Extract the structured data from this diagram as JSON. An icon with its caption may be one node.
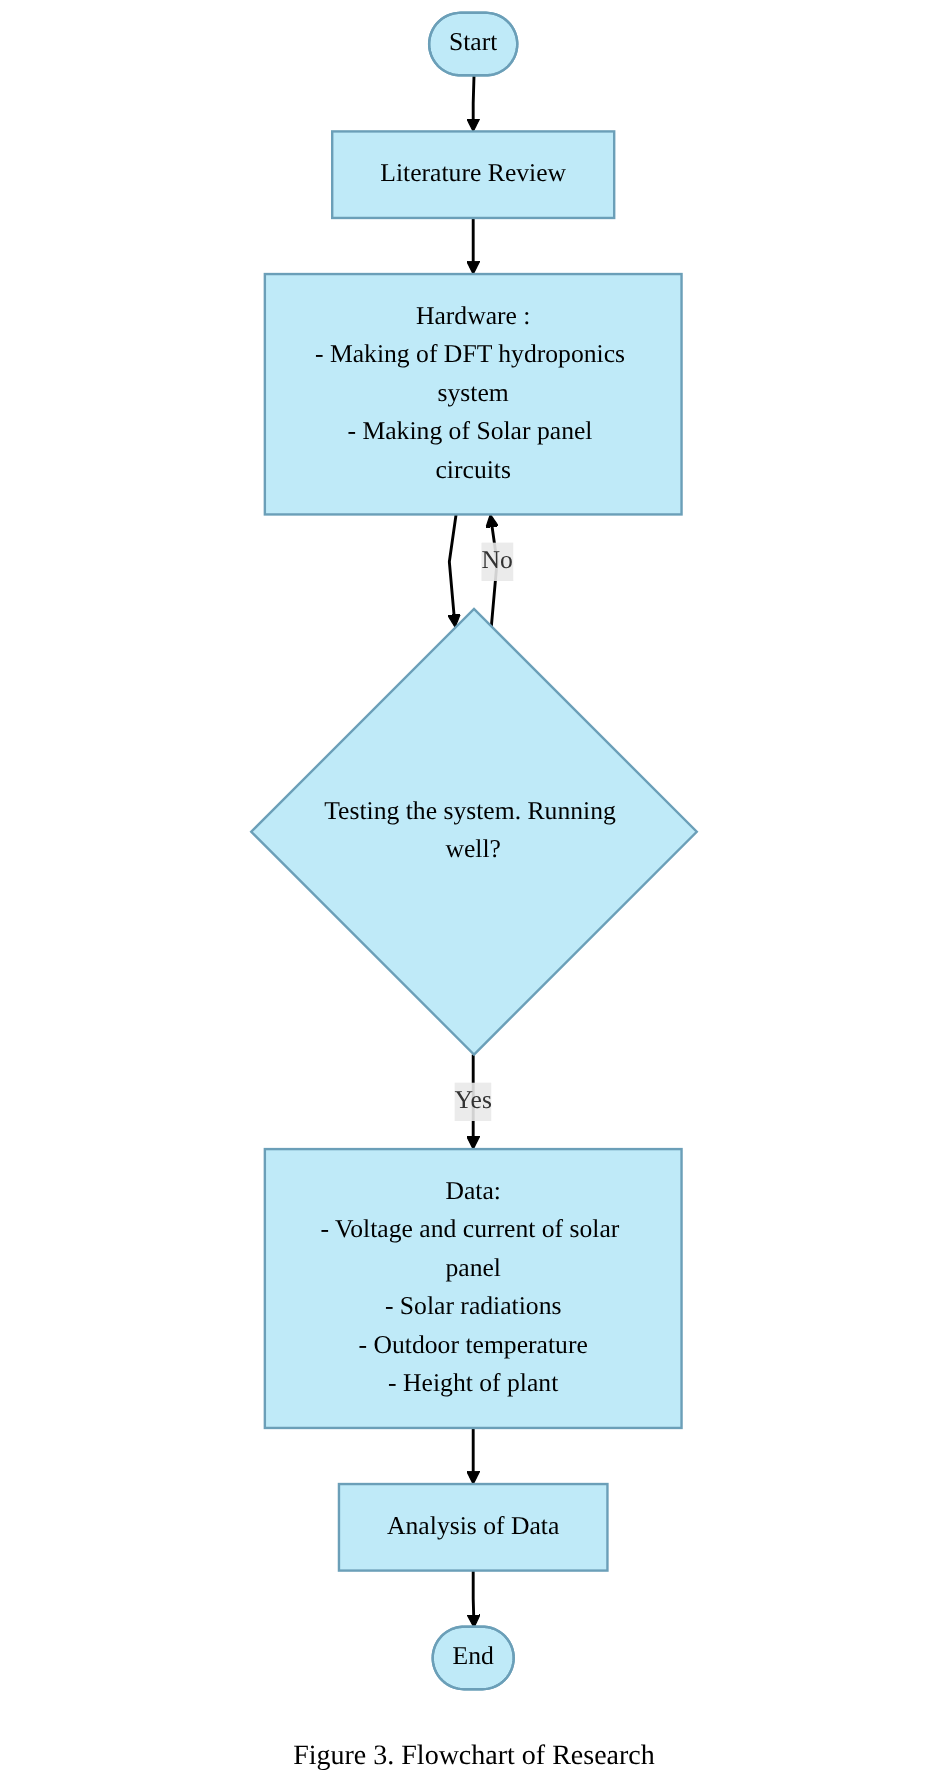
{
  "diagram": {
    "caption": "Figure 3. Flowchart of Research",
    "nodes": [
      {
        "text": [
          "Start"
        ]
      },
      {
        "text": [
          "Literature Review"
        ]
      },
      {
        "text": [
          "Hardware :",
          "- Making of DFT hydroponics system",
          "- Making of Solar panel circuits"
        ]
      },
      {
        "text": [
          "Testing the system. Running well?"
        ]
      },
      {
        "text": [
          "Data:",
          "- Voltage and current of solar panel",
          "- Solar radiations",
          "- Outdoor temperature",
          "- Height of plant"
        ]
      },
      {
        "text": [
          "Analysis of Data"
        ]
      },
      {
        "text": [
          "End"
        ]
      }
    ],
    "edges": [
      {
        "from": 0,
        "to": 1,
        "arrow": "to"
      },
      {
        "from": 1,
        "to": 2,
        "arrow": "to"
      },
      {
        "from": 2,
        "to": 3,
        "arrow": "to"
      },
      {
        "from": 3,
        "to": 2,
        "arrow": "to",
        "label": "No"
      },
      {
        "from": 3,
        "to": 4,
        "arrow": "to",
        "label": "Yes"
      },
      {
        "from": 4,
        "to": 5,
        "arrow": "to"
      },
      {
        "from": 5,
        "to": 6,
        "arrow": "to"
      }
    ]
  }
}
